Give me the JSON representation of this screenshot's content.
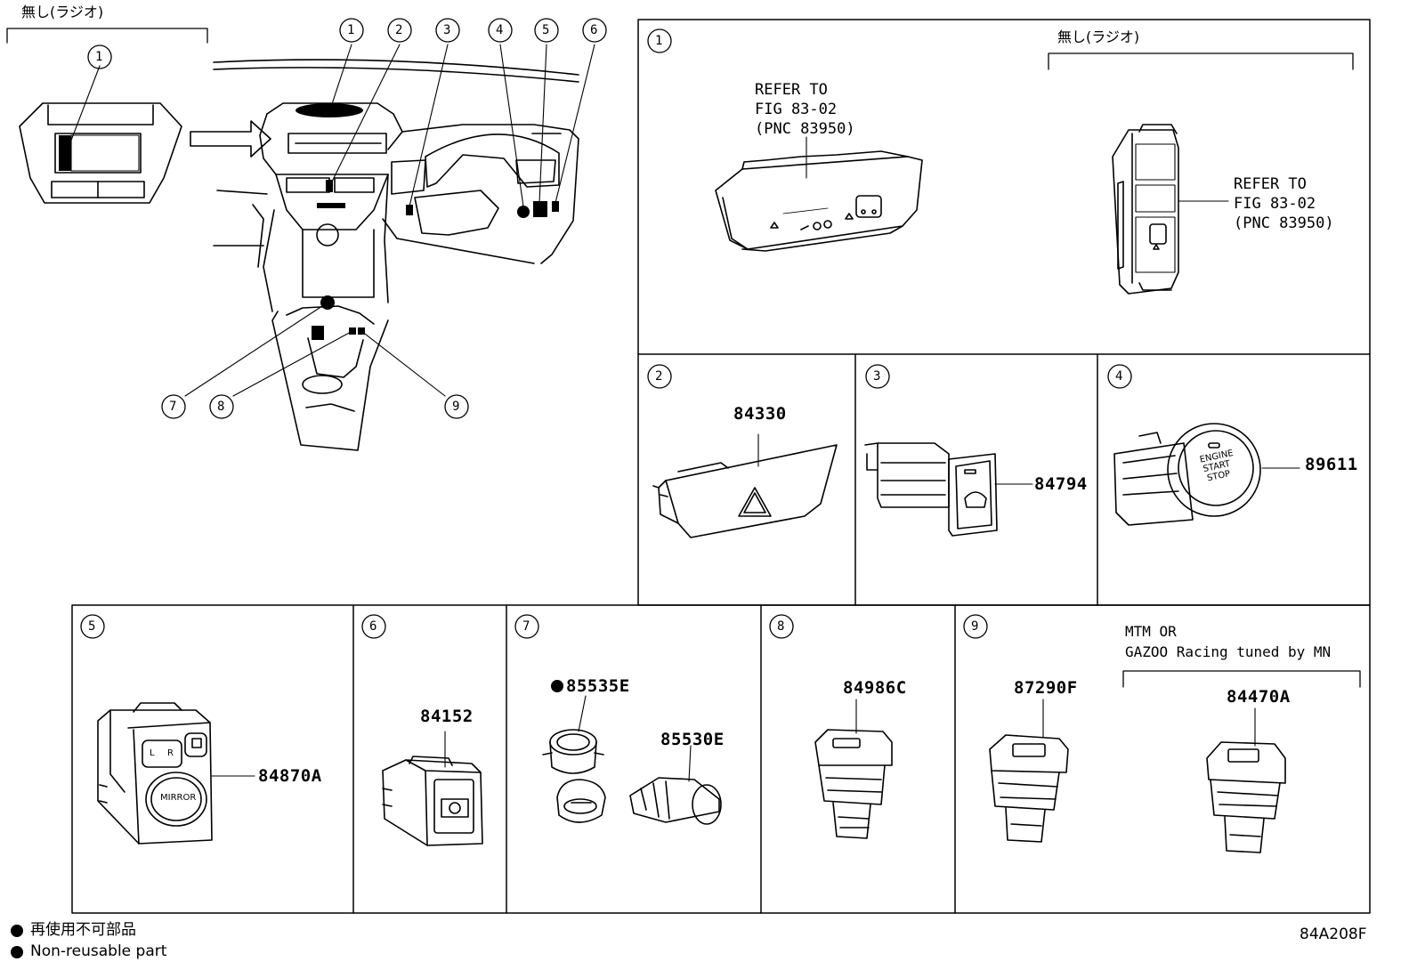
{
  "header": {
    "no_radio_left": "無し(ラジオ)",
    "no_radio_right": "無し(ラジオ)"
  },
  "callouts": [
    "1",
    "2",
    "3",
    "4",
    "5",
    "6",
    "7",
    "8",
    "9"
  ],
  "references": {
    "ref1": "REFER TO\nFIG 83-02\n(PNC 83950)",
    "ref2": "REFER TO\nFIG 83-02\n(PNC 83950)"
  },
  "parts": {
    "p2": "84330",
    "p3": "84794",
    "p4": "89611",
    "p5": "84870A",
    "p6": "84152",
    "p7a": "85535E",
    "p7b": "85530E",
    "p8": "84986C",
    "p9a": "87290F",
    "p9b": "84470A"
  },
  "part_labels": {
    "engine_button": [
      "ENGINE",
      "START",
      "STOP"
    ],
    "mirror": "MIRROR",
    "mirror_l": "L",
    "mirror_r": "R"
  },
  "variant_note": {
    "line1": "MTM OR",
    "line2": "GAZOO Racing tuned by MN"
  },
  "legend": {
    "jp": "再使用不可部品",
    "en": "Non-reusable part"
  },
  "fig_code": "84A208F"
}
